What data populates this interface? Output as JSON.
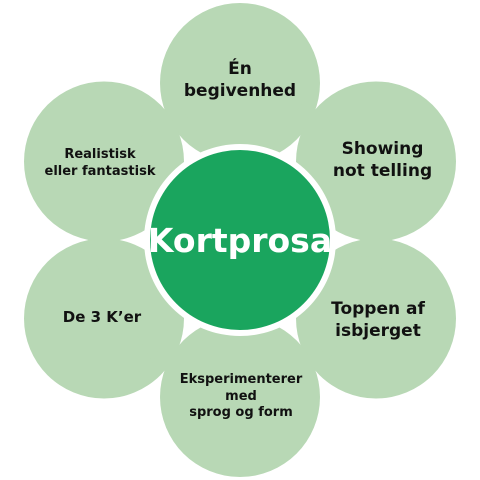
{
  "diagram": {
    "center": {
      "label": "Kortprosa",
      "color": "#1aa55e"
    },
    "petal_color": "#b8d8b5",
    "petals": [
      {
        "label": "Én\nbegivenhed"
      },
      {
        "label": "Showing\nnot telling"
      },
      {
        "label": "Toppen af\nisbjerget"
      },
      {
        "label": "Eksperimenterer\nmed\nsprog og form"
      },
      {
        "label": "De 3 K’er"
      },
      {
        "label": "Realistisk\neller fantastisk"
      }
    ]
  }
}
